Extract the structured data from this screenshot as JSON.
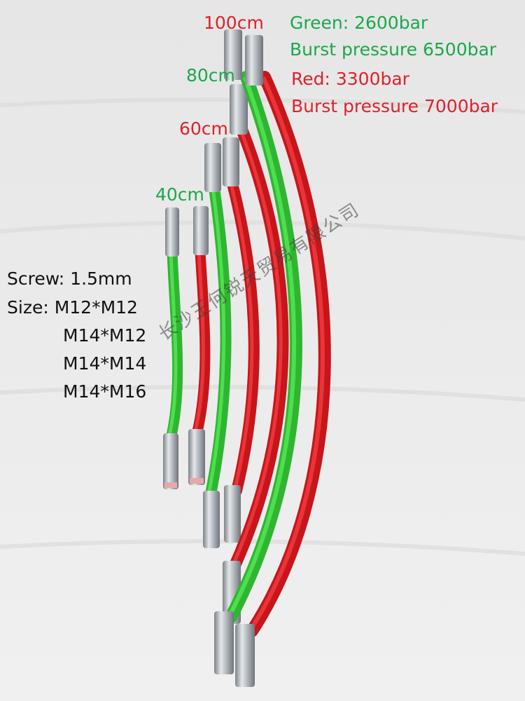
{
  "colors": {
    "background": "#ececec",
    "green_hose": "#3ddc3c",
    "red_hose": "#e01f26",
    "green_text": "#1aa84a",
    "red_text": "#e0202a",
    "fitting_metal": "#b9bec4"
  },
  "lengths": {
    "l100": "100cm",
    "l80": "80cm",
    "l60": "60cm",
    "l40": "40cm"
  },
  "specs": {
    "green": "Green: 2600bar",
    "green_burst": "Burst pressure  6500bar",
    "red": "Red: 3300bar",
    "red_burst": "Burst pressure  7000bar"
  },
  "thread": {
    "screw": "Screw: 1.5mm",
    "size_label": "Size: M12*M12",
    "sizes": [
      "M14*M12",
      "M14*M14",
      "M14*M16"
    ]
  },
  "watermark": "长沙王何锐天贸易有限公司",
  "hoses": [
    {
      "length": "40cm",
      "color": "green"
    },
    {
      "length": "40cm",
      "color": "red"
    },
    {
      "length": "60cm",
      "color": "green"
    },
    {
      "length": "60cm",
      "color": "red"
    },
    {
      "length": "80cm",
      "color": "green"
    },
    {
      "length": "100cm",
      "color": "red"
    }
  ]
}
